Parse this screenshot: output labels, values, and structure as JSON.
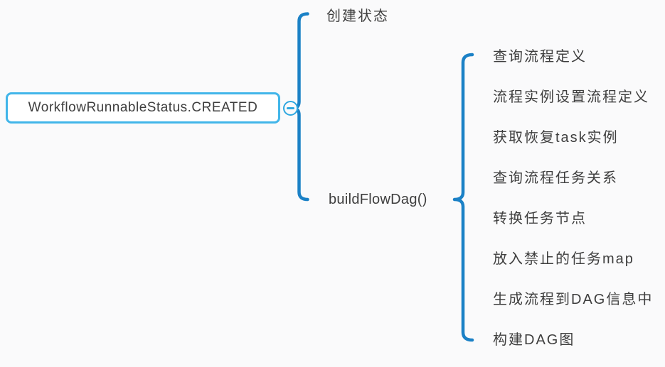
{
  "colors": {
    "canvas_bg": "#fafafb",
    "root_border": "#41b5e9",
    "node_bg": "#ffffff",
    "brace": "#1b81c6",
    "collapse": "#2ea7e0",
    "text": "#3e3e3e"
  },
  "icons": {
    "collapse": "minus-circle-icon"
  },
  "mindmap": {
    "root": {
      "label": "WorkflowRunnableStatus.CREATED"
    },
    "branches": [
      {
        "label": "创建状态"
      },
      {
        "label": "buildFlowDag()",
        "children": [
          "查询流程定义",
          "流程实例设置流程定义",
          "获取恢复task实例",
          "查询流程任务关系",
          "转换任务节点",
          "放入禁止的任务map",
          "生成流程到DAG信息中",
          "构建DAG图"
        ]
      }
    ]
  }
}
